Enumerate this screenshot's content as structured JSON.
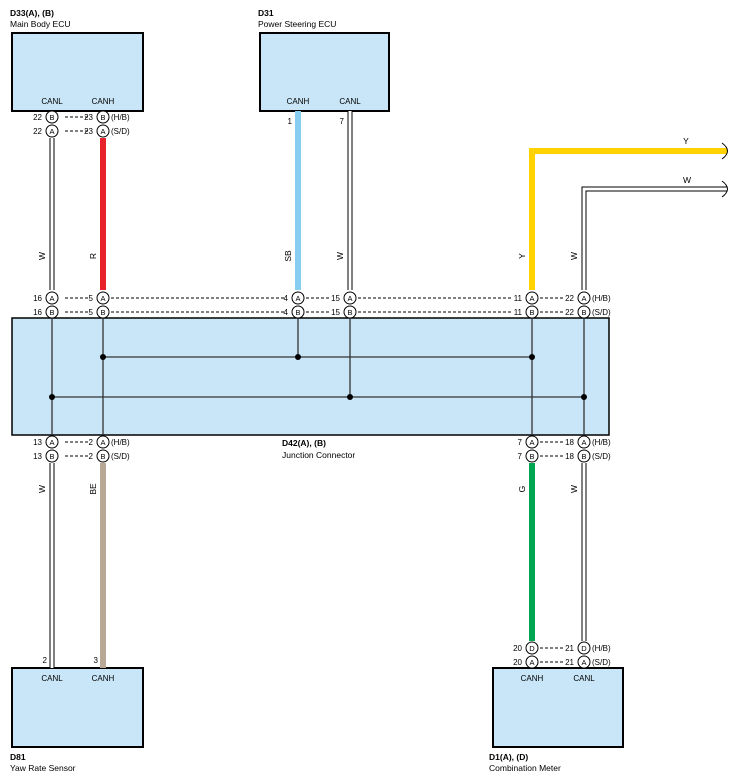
{
  "colors": {
    "box_fill": "#c8e6f7",
    "wire_red": "#e8222a",
    "wire_skyblue": "#86cdf0",
    "wire_yellow": "#ffd200",
    "wire_green": "#00a651",
    "wire_beige": "#b8a896",
    "wire_white": "#ffffff"
  },
  "components": {
    "main_body": {
      "code": "D33(A), (B)",
      "name": "Main Body ECU",
      "pin_canl": "CANL",
      "pin_canh": "CANH"
    },
    "power_steering": {
      "code": "D31",
      "name": "Power Steering ECU",
      "pin_canh": "CANH",
      "pin_canl": "CANL"
    },
    "junction": {
      "code": "D42(A), (B)",
      "name": "Junction Connector"
    },
    "yaw_rate": {
      "code": "D81",
      "name": "Yaw Rate Sensor",
      "pin_canl": "CANL",
      "pin_canh": "CANH"
    },
    "combination_meter": {
      "code": "D1(A), (D)",
      "name": "Combination Meter",
      "pin_canh": "CANH",
      "pin_canl": "CANL"
    }
  },
  "wires": {
    "mb_canl": "W",
    "mb_canh": "R",
    "ps_canh": "SB",
    "ps_canl": "W",
    "top_y": "Y",
    "top_w": "W",
    "ext_y": "Y",
    "ext_w": "W",
    "yaw_canl": "W",
    "yaw_canh": "BE",
    "meter_canh": "G",
    "meter_canl": "W"
  },
  "terminals": {
    "mb_r1_canl": "22",
    "mb_r1_canh": "23",
    "mb_r2_canl": "22",
    "mb_r2_canh": "23",
    "mb_r1_note": "(H/B)",
    "mb_r2_note": "(S/D)",
    "ps_canh": "1",
    "ps_canl": "7",
    "jt_a_1": "16",
    "jt_a_2": "5",
    "jt_a_3": "4",
    "jt_a_4": "15",
    "jt_a_5": "11",
    "jt_a_6": "22",
    "jt_b_1": "16",
    "jt_b_2": "5",
    "jt_b_3": "4",
    "jt_b_4": "15",
    "jt_b_5": "11",
    "jt_b_6": "22",
    "jt_note_a": "(H/B)",
    "jt_note_b": "(S/D)",
    "jb_a_1": "13",
    "jb_a_2": "2",
    "jb_a_5": "7",
    "jb_a_6": "18",
    "jb_b_1": "13",
    "jb_b_2": "2",
    "jb_b_5": "7",
    "jb_b_6": "18",
    "jb_note_a_left": "(H/B)",
    "jb_note_b_left": "(S/D)",
    "jb_note_a_right": "(H/B)",
    "jb_note_b_right": "(S/D)",
    "yaw_canl": "2",
    "yaw_canh": "3",
    "cm_r1_canh": "20",
    "cm_r1_canl": "21",
    "cm_r2_canh": "20",
    "cm_r2_canl": "21",
    "cm_note_1": "(H/B)",
    "cm_note_2": "(S/D)"
  },
  "connector_letters": {
    "mb_r1_canl": "B",
    "mb_r1_canh": "B",
    "mb_r2_canl": "A",
    "mb_r2_canh": "A",
    "jt_a": "A",
    "jt_b": "B",
    "jb_a": "A",
    "jb_b": "B",
    "cm_r1": "D",
    "cm_r2": "A"
  }
}
